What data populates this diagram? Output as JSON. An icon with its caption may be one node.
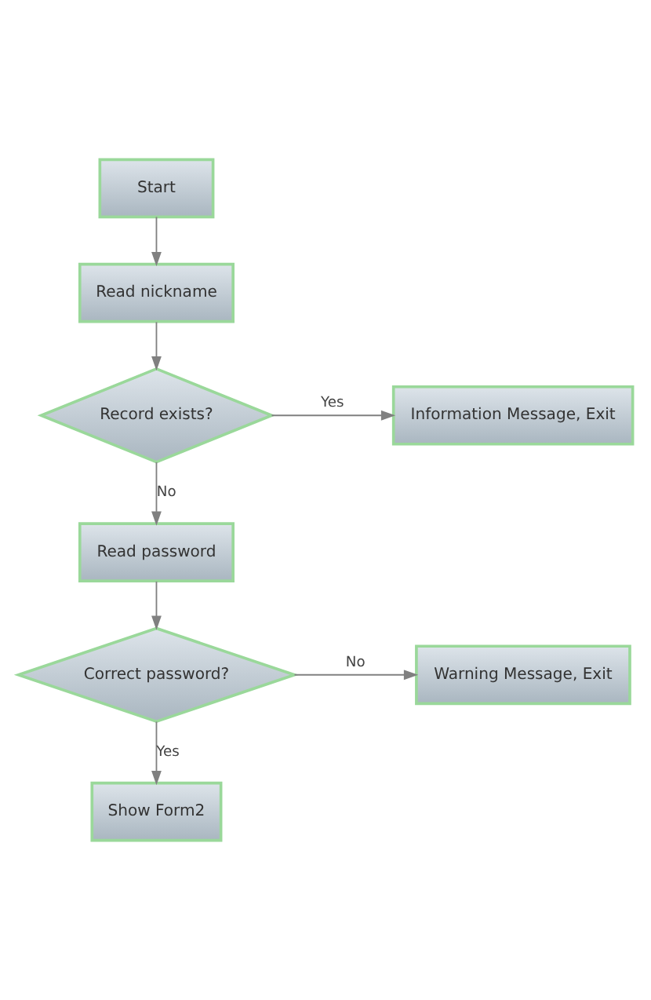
{
  "diagram": {
    "nodes": [
      {
        "text": [
          "Start"
        ]
      },
      {
        "text": [
          "Read nickname"
        ]
      },
      {
        "text": [
          "Record exists?"
        ]
      },
      {
        "text": [
          "Information Message, Exit"
        ]
      },
      {
        "text": [
          "Read password"
        ]
      },
      {
        "text": [
          "Correct password?"
        ]
      },
      {
        "text": [
          "Warning Message, Exit"
        ]
      },
      {
        "text": [
          "Show Form2"
        ]
      }
    ],
    "edges": [
      {
        "from": 0,
        "to": 1,
        "arrow": "to"
      },
      {
        "from": 1,
        "to": 2,
        "arrow": "to"
      },
      {
        "from": 2,
        "to": 3,
        "arrow": "to",
        "label": "Yes"
      },
      {
        "from": 2,
        "to": 4,
        "arrow": "to",
        "label": "No"
      },
      {
        "from": 4,
        "to": 5,
        "arrow": "to"
      },
      {
        "from": 5,
        "to": 6,
        "arrow": "to",
        "label": "No"
      },
      {
        "from": 5,
        "to": 7,
        "arrow": "to",
        "label": "Yes"
      }
    ]
  }
}
